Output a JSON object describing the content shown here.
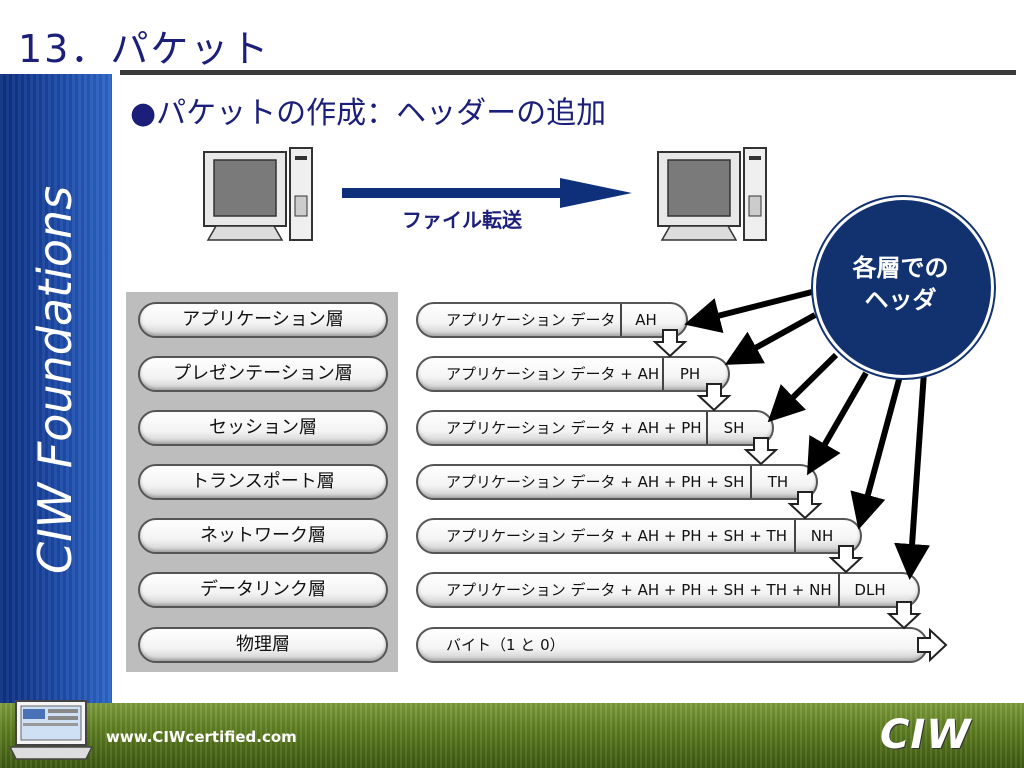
{
  "slide": {
    "title": "13．パケット",
    "subtitle": "●パケットの作成：ヘッダーの追加",
    "sidebar_text": "CIW Foundations",
    "transfer_label": "ファイル転送",
    "bubble_line1": "各層での",
    "bubble_line2": "ヘッダ"
  },
  "layers": [
    {
      "label": "アプリケーション層"
    },
    {
      "label": "プレゼンテーション層"
    },
    {
      "label": "セッション層"
    },
    {
      "label": "トランスポート層"
    },
    {
      "label": "ネットワーク層"
    },
    {
      "label": "データリンク層"
    },
    {
      "label": "物理層"
    }
  ],
  "packets": [
    {
      "data": "アプリケーション データ",
      "header": "AH"
    },
    {
      "data": "アプリケーション データ + AH",
      "header": "PH"
    },
    {
      "data": "アプリケーション データ + AH + PH",
      "header": "SH"
    },
    {
      "data": "アプリケーション データ + AH + PH + SH",
      "header": "TH"
    },
    {
      "data": "アプリケーション データ + AH + PH + SH + TH",
      "header": "NH"
    },
    {
      "data": "アプリケーション データ + AH + PH + SH + TH + NH",
      "header": "DLH"
    },
    {
      "data": "バイト（1 と 0）",
      "header": ""
    }
  ],
  "footer": {
    "url": "www.CIWcertified.com",
    "logo": "CIW"
  },
  "colors": {
    "title": "#1b1f7a",
    "sidebar": "#1d4ba8",
    "bubble": "#11316f",
    "footer": "#5c7c20"
  },
  "icons": [
    "computer-icon",
    "arrow-icon"
  ]
}
